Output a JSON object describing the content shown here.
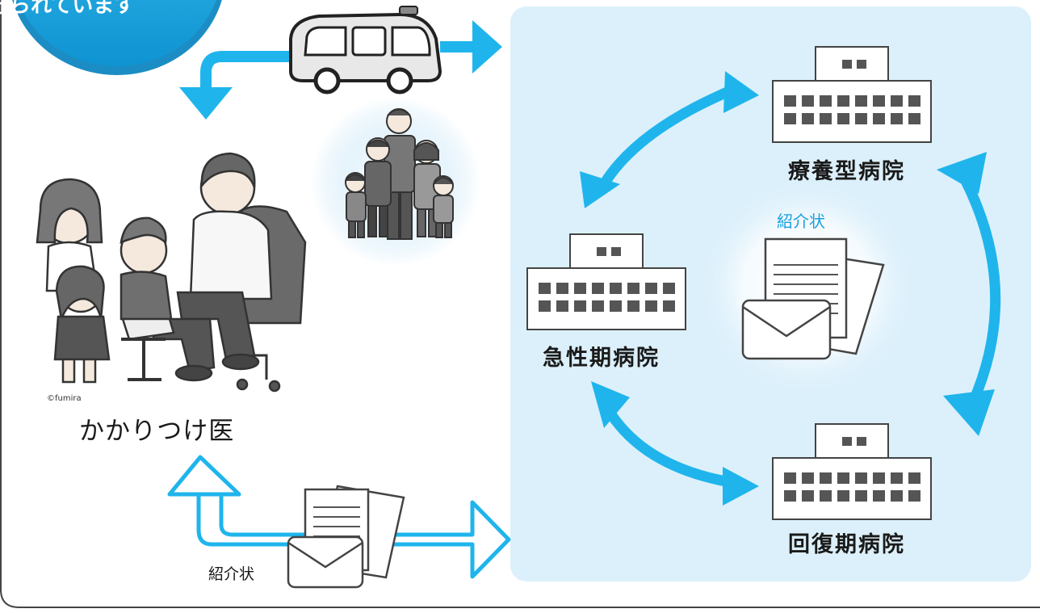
{
  "header_badge": {
    "text": "守られています"
  },
  "hospitals": {
    "ryoyo": "療養型病院",
    "kyusei": "急性期病院",
    "kaifuku": "回復期病院"
  },
  "family_doctor": {
    "label": "かかりつけ医"
  },
  "referral": {
    "center_label": "紹介状",
    "bottom_label": "紹介状"
  },
  "credits": {
    "doctor_illustration": "©fumira"
  },
  "colors": {
    "panel_bg": "#dcf0fb",
    "arrow_blue": "#1fb5ec",
    "badge_blue": "#1ca8e4",
    "outline": "#333333"
  }
}
